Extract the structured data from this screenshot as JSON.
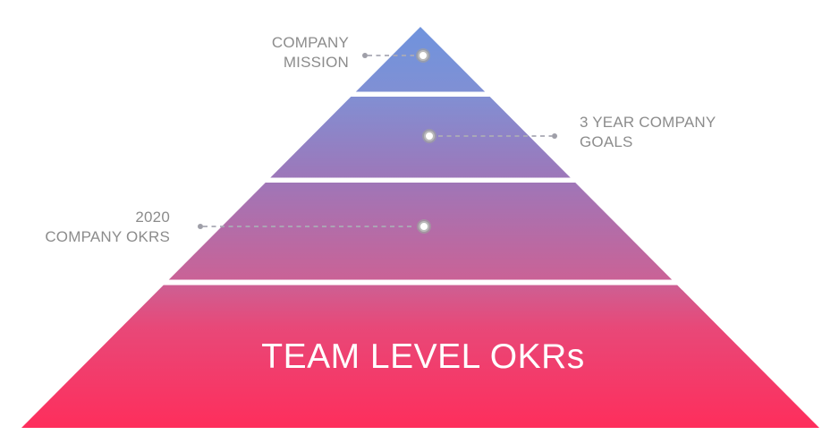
{
  "diagram_type": "okr-pyramid-hierarchy",
  "pyramid": {
    "levels": [
      {
        "id": "company-mission",
        "label_line1": "COMPANY",
        "label_line2": "MISSION",
        "label_side": "left",
        "marker": "dot-with-dashed-connector"
      },
      {
        "id": "three-year-company-goals",
        "label_line1": "3 YEAR COMPANY",
        "label_line2": "GOALS",
        "label_side": "right",
        "marker": "dot-with-dashed-connector"
      },
      {
        "id": "2020-company-okrs",
        "label_line1": "2020",
        "label_line2": "COMPANY OKRS",
        "label_side": "left",
        "marker": "dot-with-dashed-connector"
      },
      {
        "id": "team-level-okrs",
        "label": "TEAM LEVEL OKRs",
        "label_side": "inside"
      }
    ],
    "colors": {
      "gradient_top": "#6f93dd",
      "gradient_upper_mid": "#8090d4",
      "gradient_mid": "#9d77b9",
      "gradient_lower_mid": "#ca6296",
      "gradient_lower": "#e84878",
      "gradient_bottom": "#fe2e5c",
      "separator": "#ffffff",
      "label_text": "#8c8c8c",
      "inside_label_text": "#ffffff",
      "connector_line": "#ababb6",
      "marker_ring": "#a0a0a0",
      "marker_core": "#ffffff"
    }
  }
}
